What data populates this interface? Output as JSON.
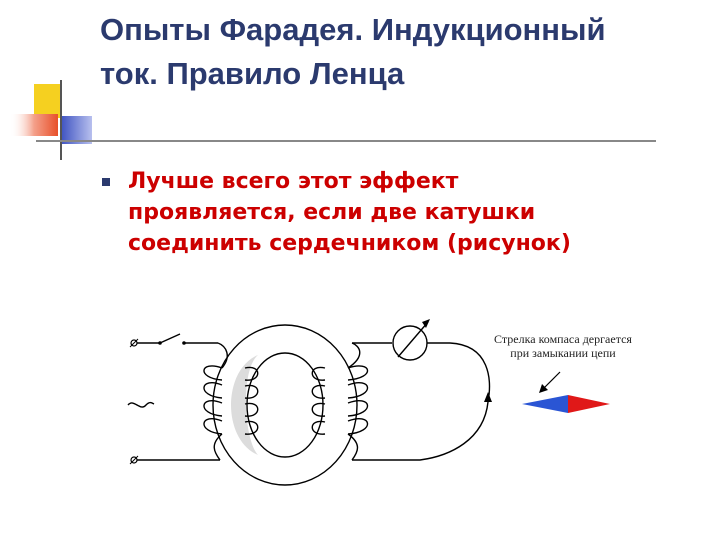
{
  "slide": {
    "title_line1": "Опыты Фарадея. Индукционный",
    "title_line2": "ток. Правило Ленца",
    "bullet_line1": "Лучше всего этот эффект",
    "bullet_line2": "проявляется, если две катушки",
    "bullet_line3": "соединить сердечником (рисунок)"
  },
  "figure": {
    "caption_line1": "Стрелка компаса дергается",
    "caption_line2": "при  замыкании цепи"
  },
  "colors": {
    "title": "#2b3a6e",
    "bullet_text": "#cc0000",
    "deco_yellow": "#f5d020",
    "deco_red": "#e8502a",
    "deco_blue": "#3a4fc0",
    "compass_blue": "#2a55d4",
    "compass_red": "#e01818"
  }
}
